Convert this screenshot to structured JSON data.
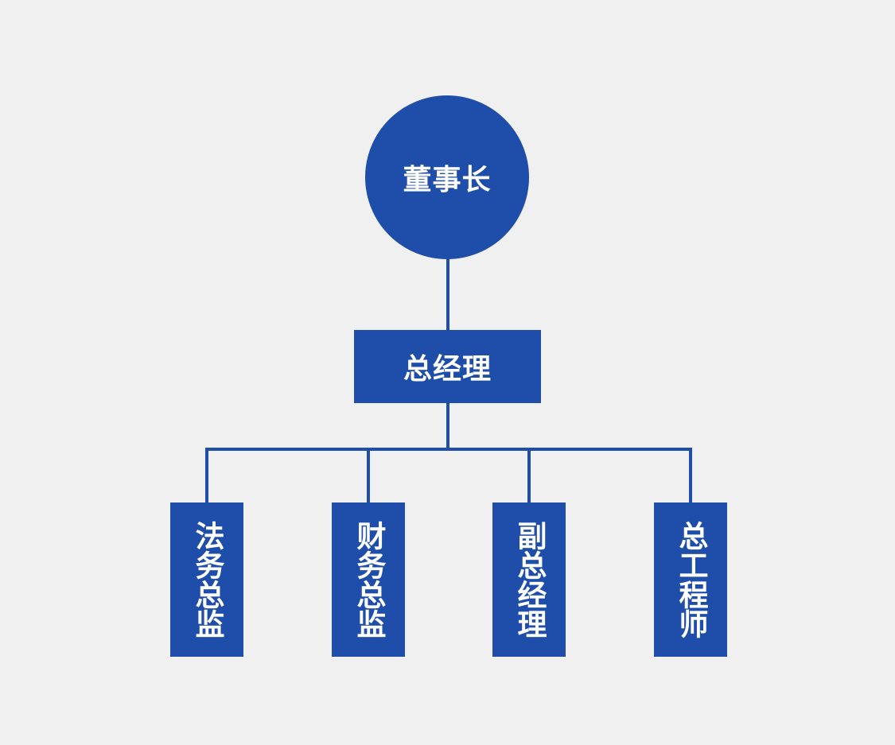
{
  "colors": {
    "background": "#f0f0f0",
    "node_fill": "#1f4eaa",
    "node_text": "#ffffff",
    "connector": "#1f4eaa"
  },
  "org_chart": {
    "root": {
      "label": "董事长"
    },
    "manager": {
      "label": "总经理"
    },
    "reports": [
      {
        "label": "法务总监"
      },
      {
        "label": "财务总监"
      },
      {
        "label": "副总经理"
      },
      {
        "label": "总工程师"
      }
    ]
  }
}
